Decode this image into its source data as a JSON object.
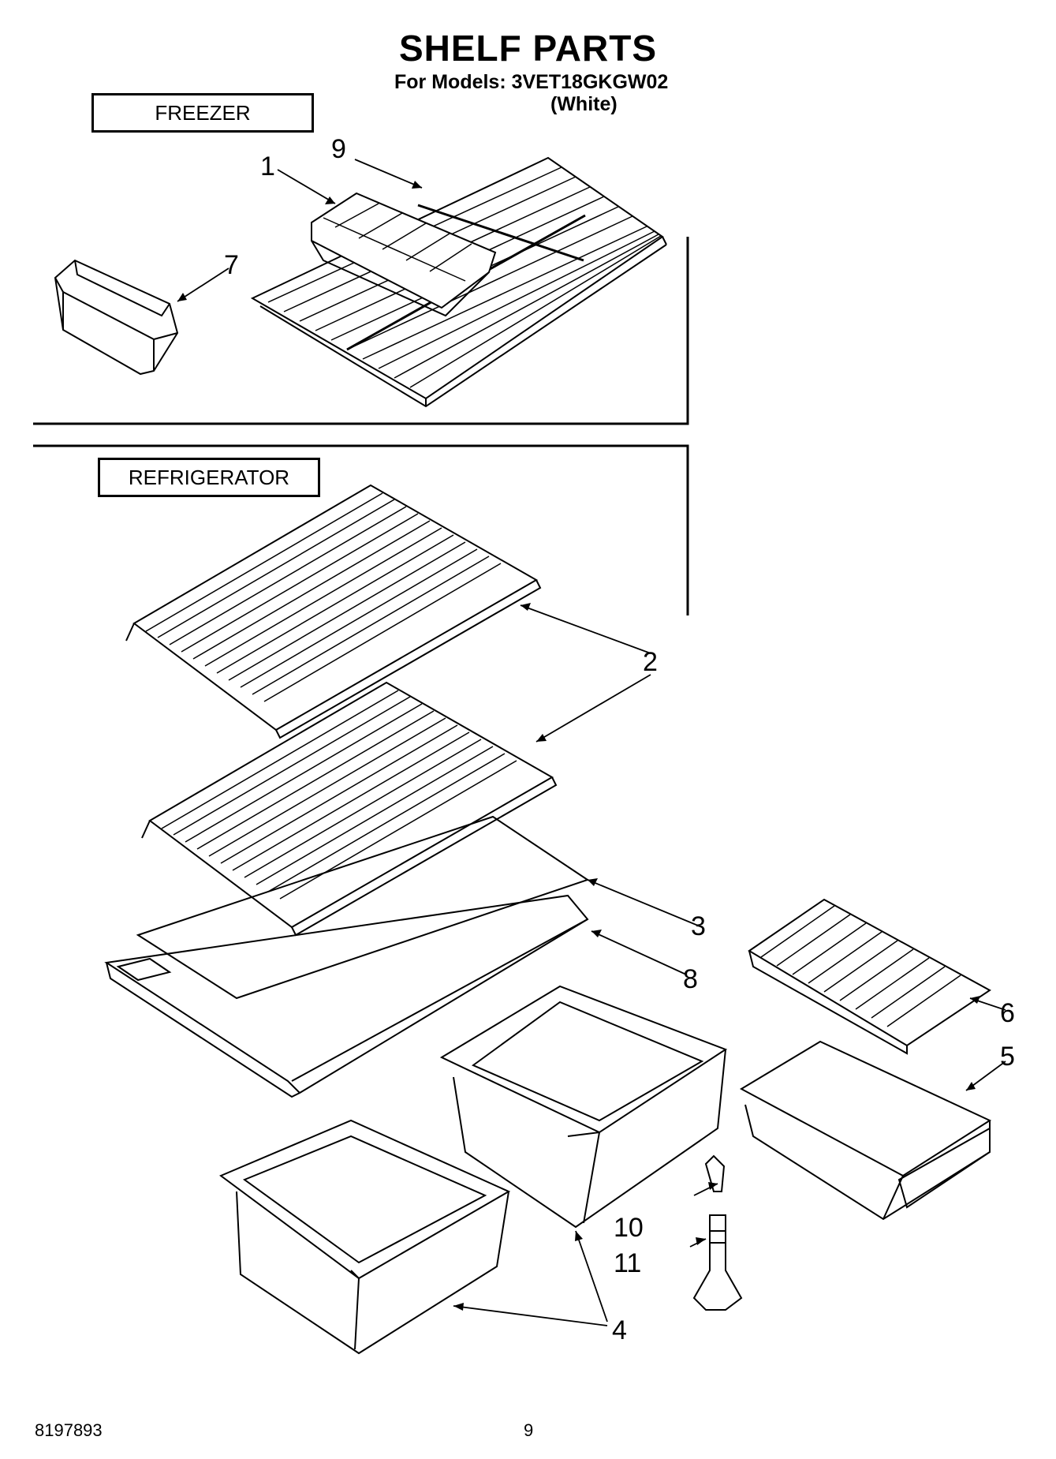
{
  "header": {
    "title": "SHELF PARTS",
    "models_line": "For Models: 3VET18GKGW02",
    "color_line": "(White)"
  },
  "sections": {
    "freezer": "FREEZER",
    "refrigerator": "REFRIGERATOR"
  },
  "callouts": {
    "c1": "1",
    "c2": "2",
    "c3": "3",
    "c4": "4",
    "c5": "5",
    "c6": "6",
    "c7": "7",
    "c8": "8",
    "c9": "9",
    "c10": "10",
    "c11": "11"
  },
  "footer": {
    "doc_number": "8197893",
    "page_number": "9"
  }
}
